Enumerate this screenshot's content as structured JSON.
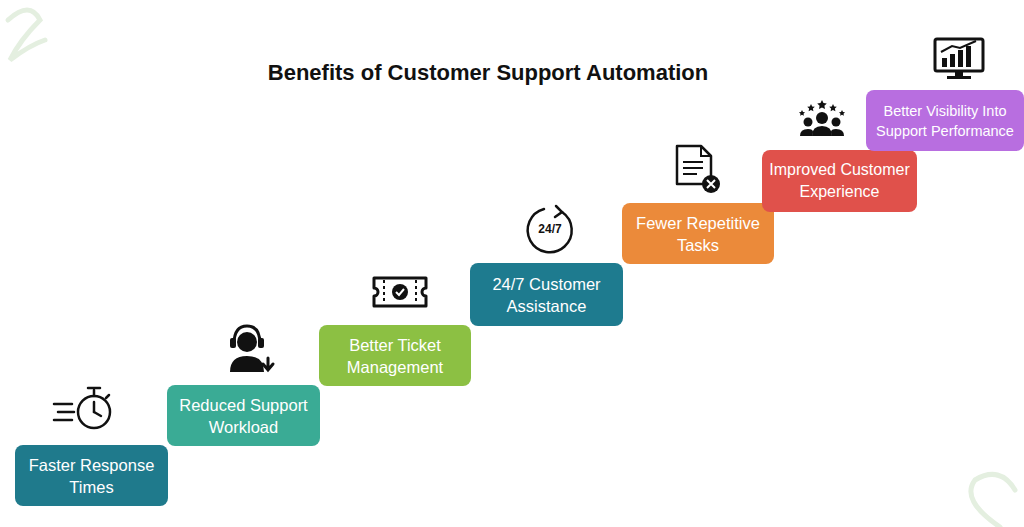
{
  "diagram": {
    "title": "Benefits of Customer Support Automation",
    "nodes": [
      {
        "text": [
          "Faster Response Times"
        ]
      },
      {
        "text": [
          "Reduced Support Workload"
        ]
      },
      {
        "text": [
          "Better Ticket Management"
        ]
      },
      {
        "text": [
          "24/7 Customer Assistance"
        ]
      },
      {
        "text": [
          "Fewer Repetitive Tasks"
        ]
      },
      {
        "text": [
          "Improved Customer Experience"
        ]
      },
      {
        "text": [
          "Better Visibility Into Support Performance"
        ]
      }
    ],
    "labels": [
      "24/7"
    ]
  }
}
